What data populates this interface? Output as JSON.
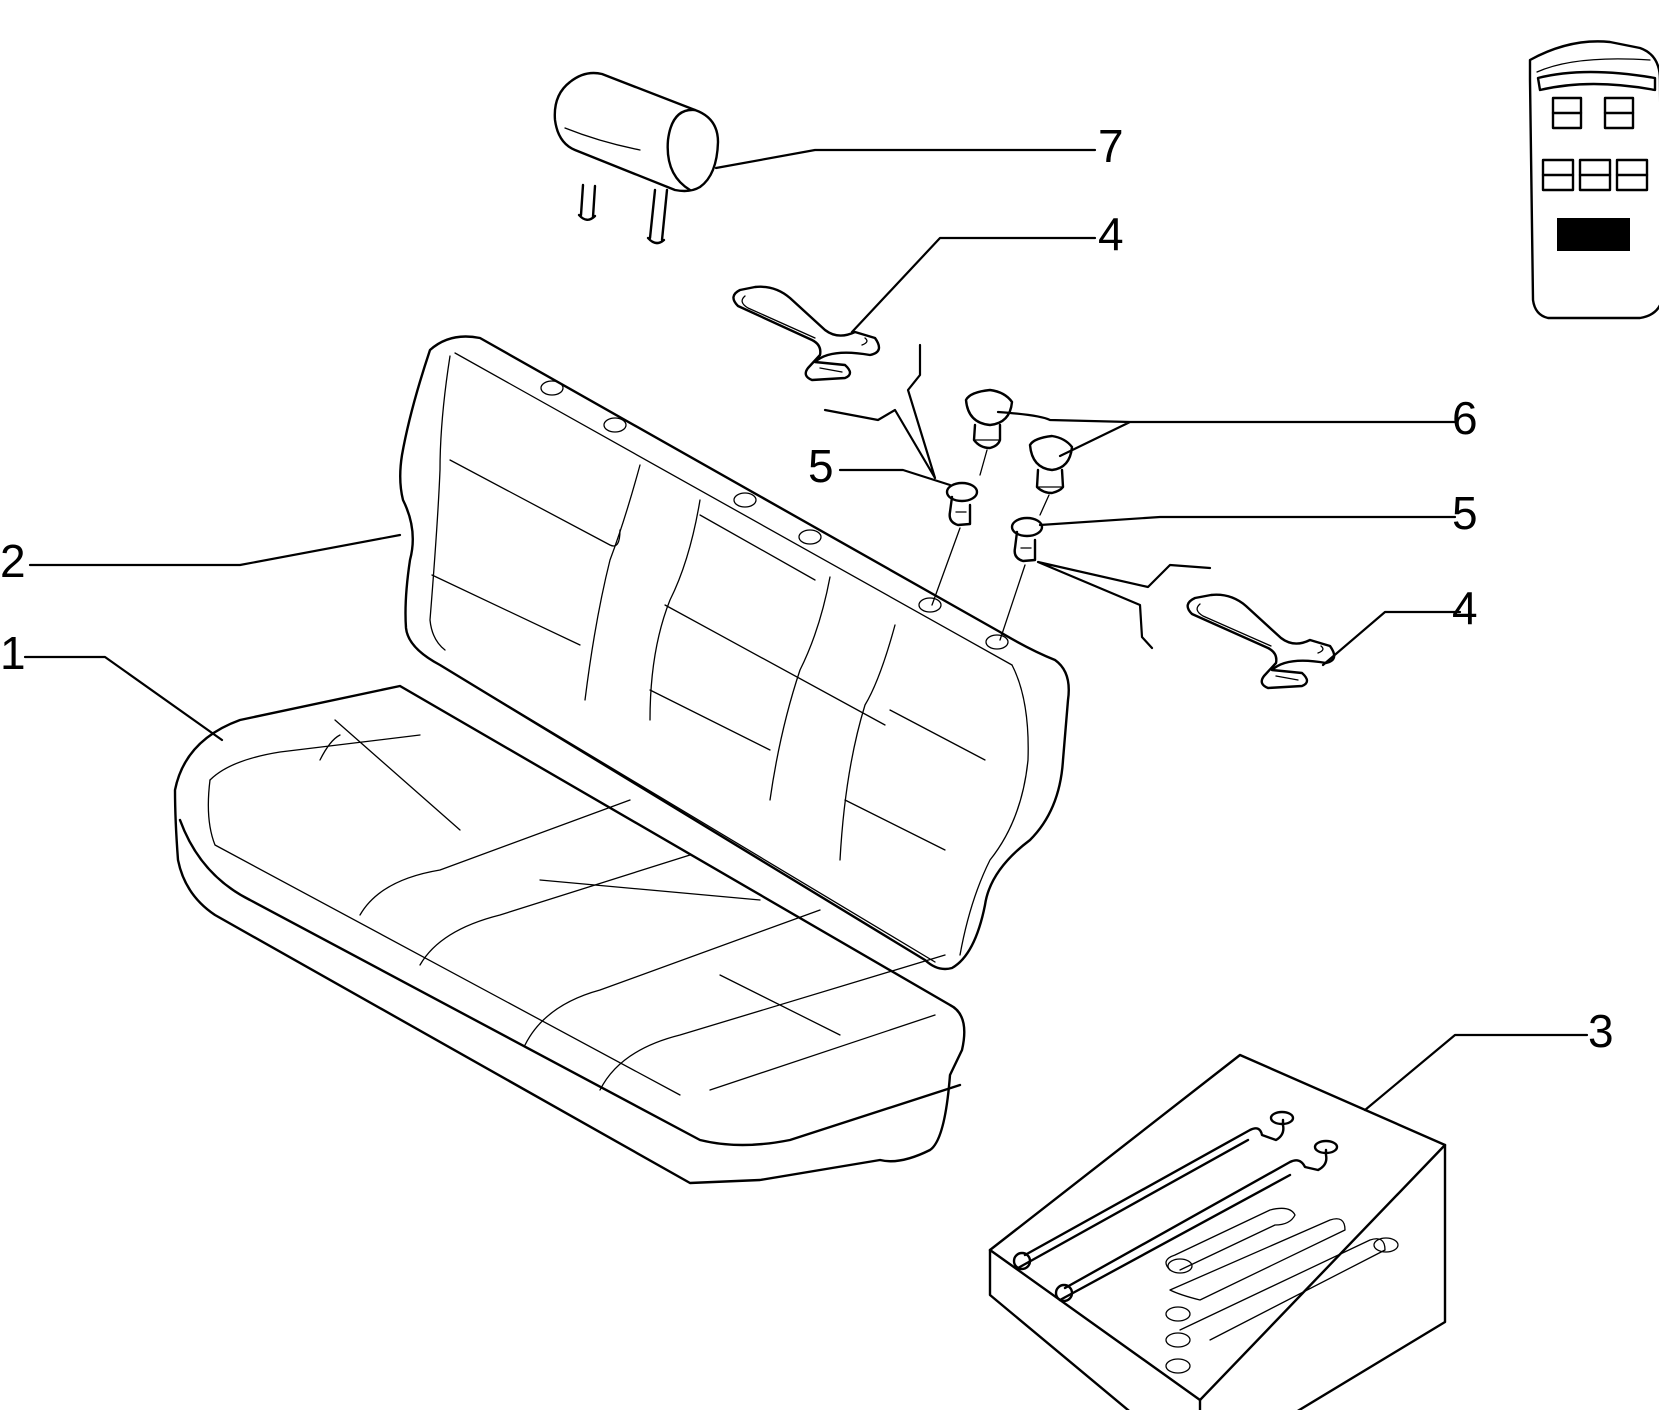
{
  "callouts": {
    "c1": "1",
    "c2": "2",
    "c3": "3",
    "c4a": "4",
    "c4b": "4",
    "c5a": "5",
    "c5b": "5",
    "c6": "6",
    "c7": "7"
  },
  "colors": {
    "line": "#000000",
    "background": "#ffffff"
  }
}
